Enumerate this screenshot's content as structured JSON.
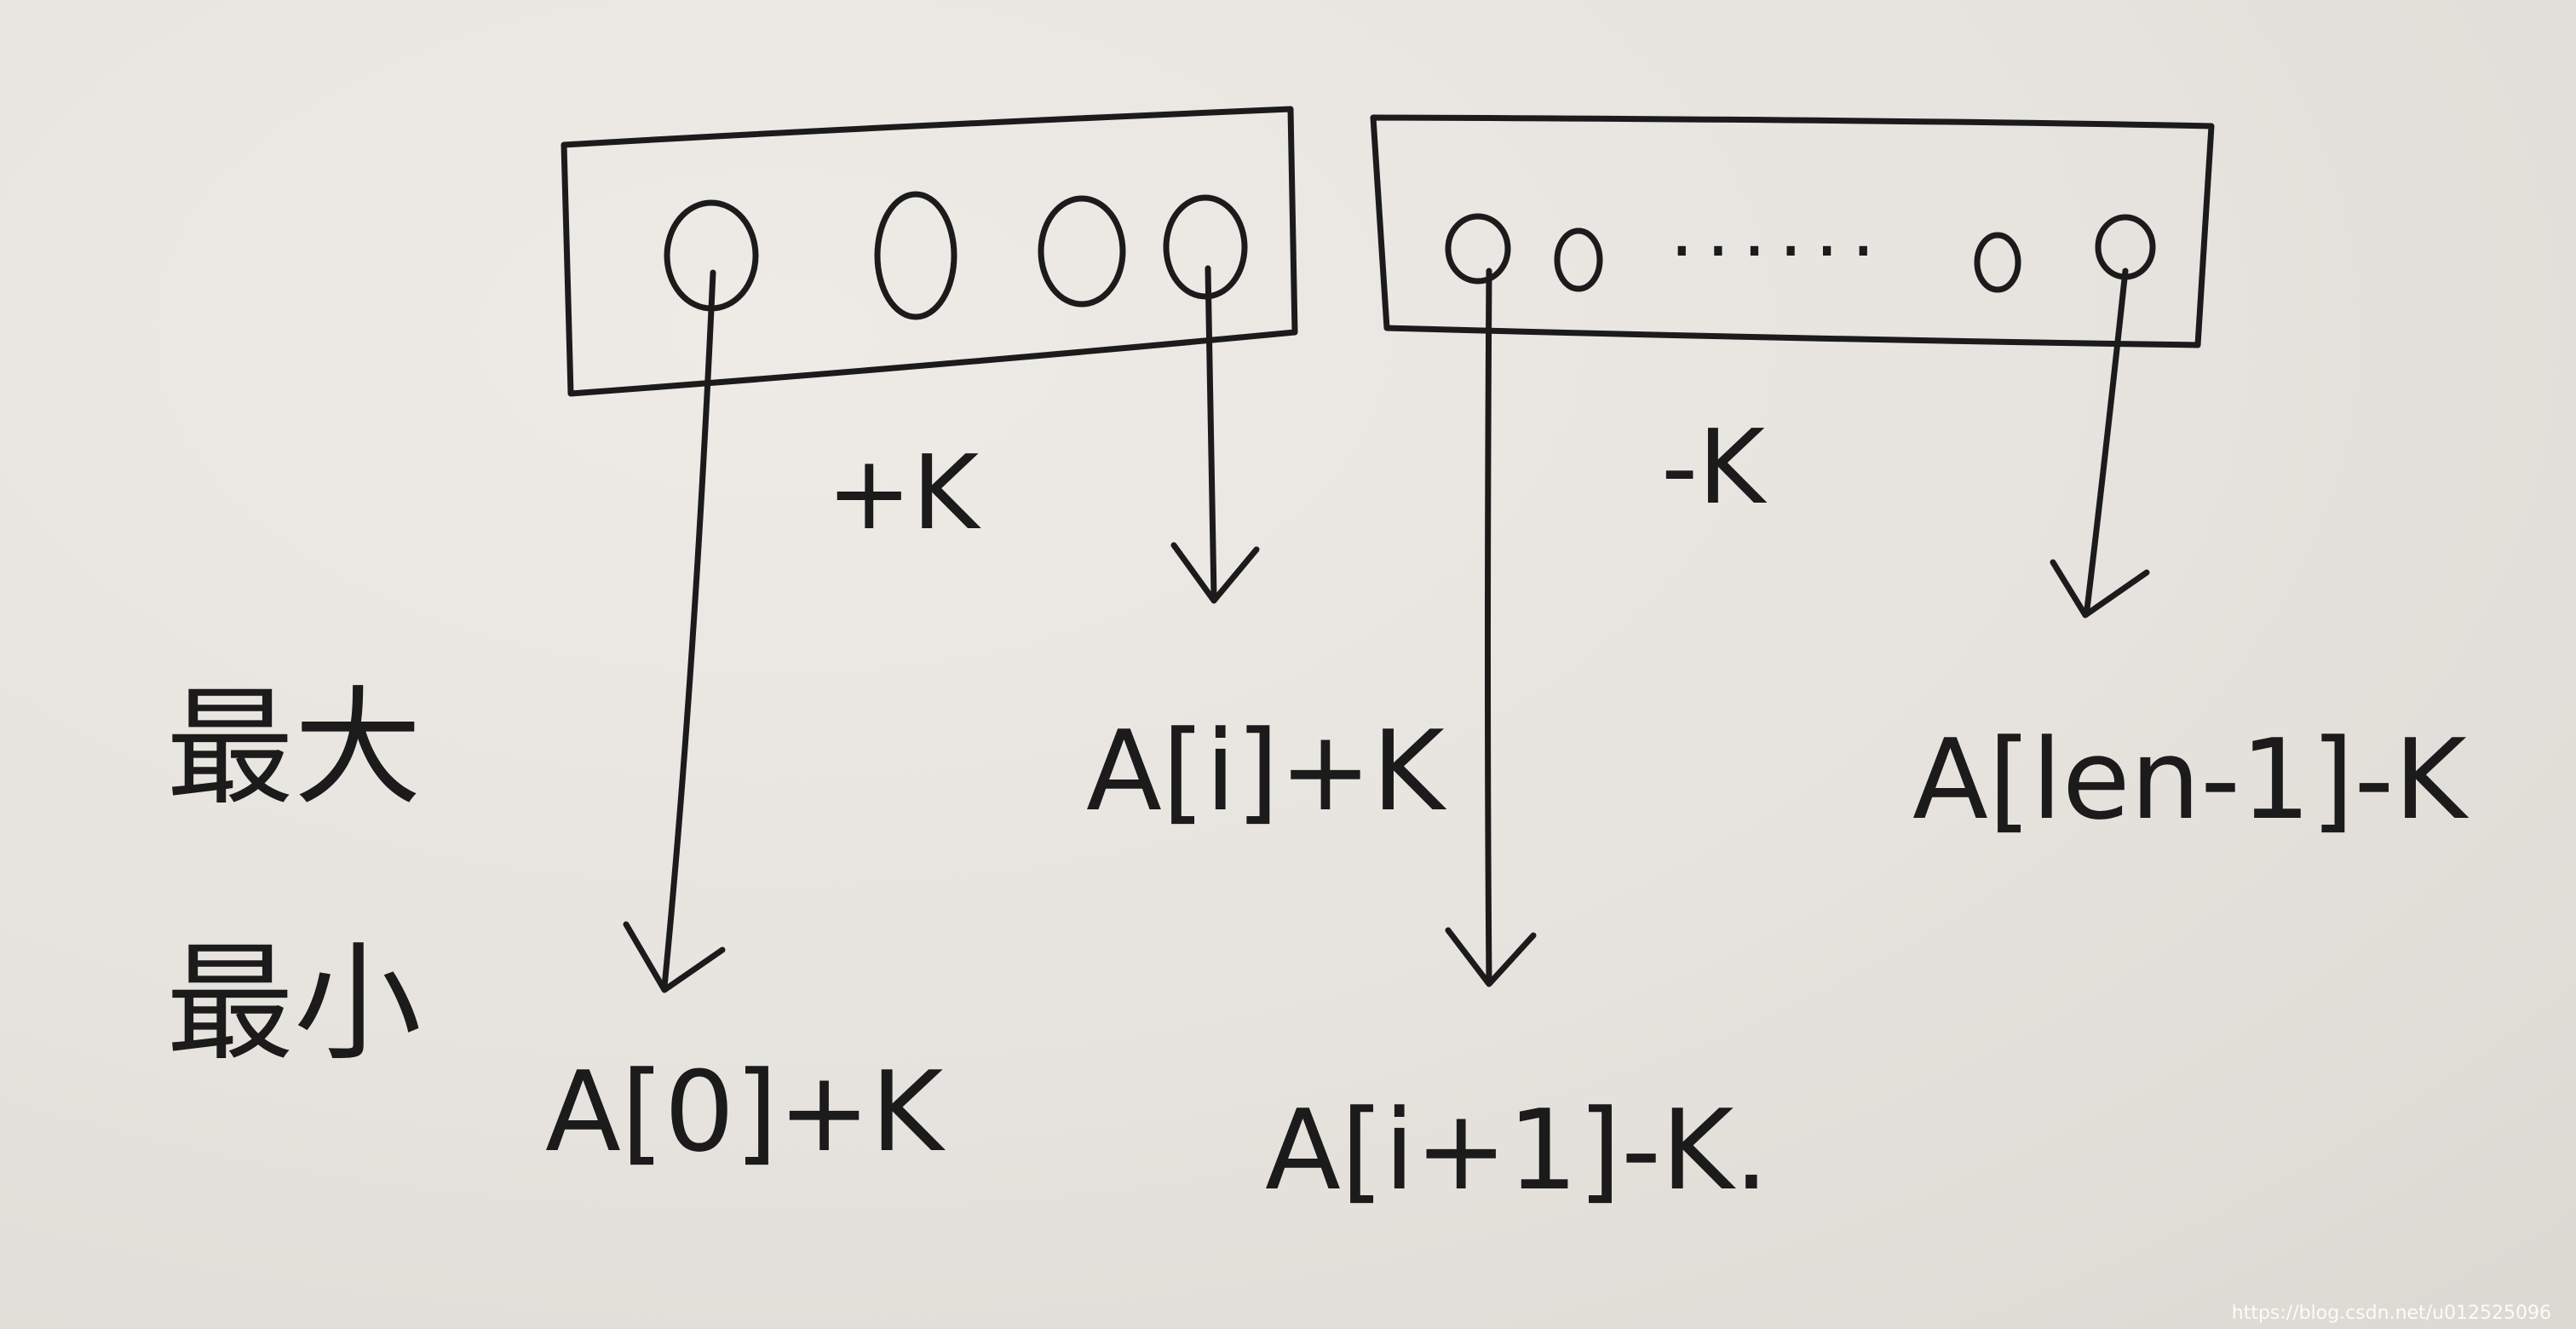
{
  "diagram": {
    "group_labels": {
      "left": "+K",
      "right": "-K"
    },
    "ellipsis": "......",
    "side_labels": {
      "max": "最大",
      "min": "最小"
    },
    "arrow_labels": {
      "a0_plus_k": "A[0]+K",
      "ai_plus_k": "A[i]+K",
      "ai1_minus_k": "A[i+1]-K.",
      "alen_minus_k": "A[len-1]-K"
    },
    "watermark": "https://blog.csdn.net/u012525096"
  }
}
